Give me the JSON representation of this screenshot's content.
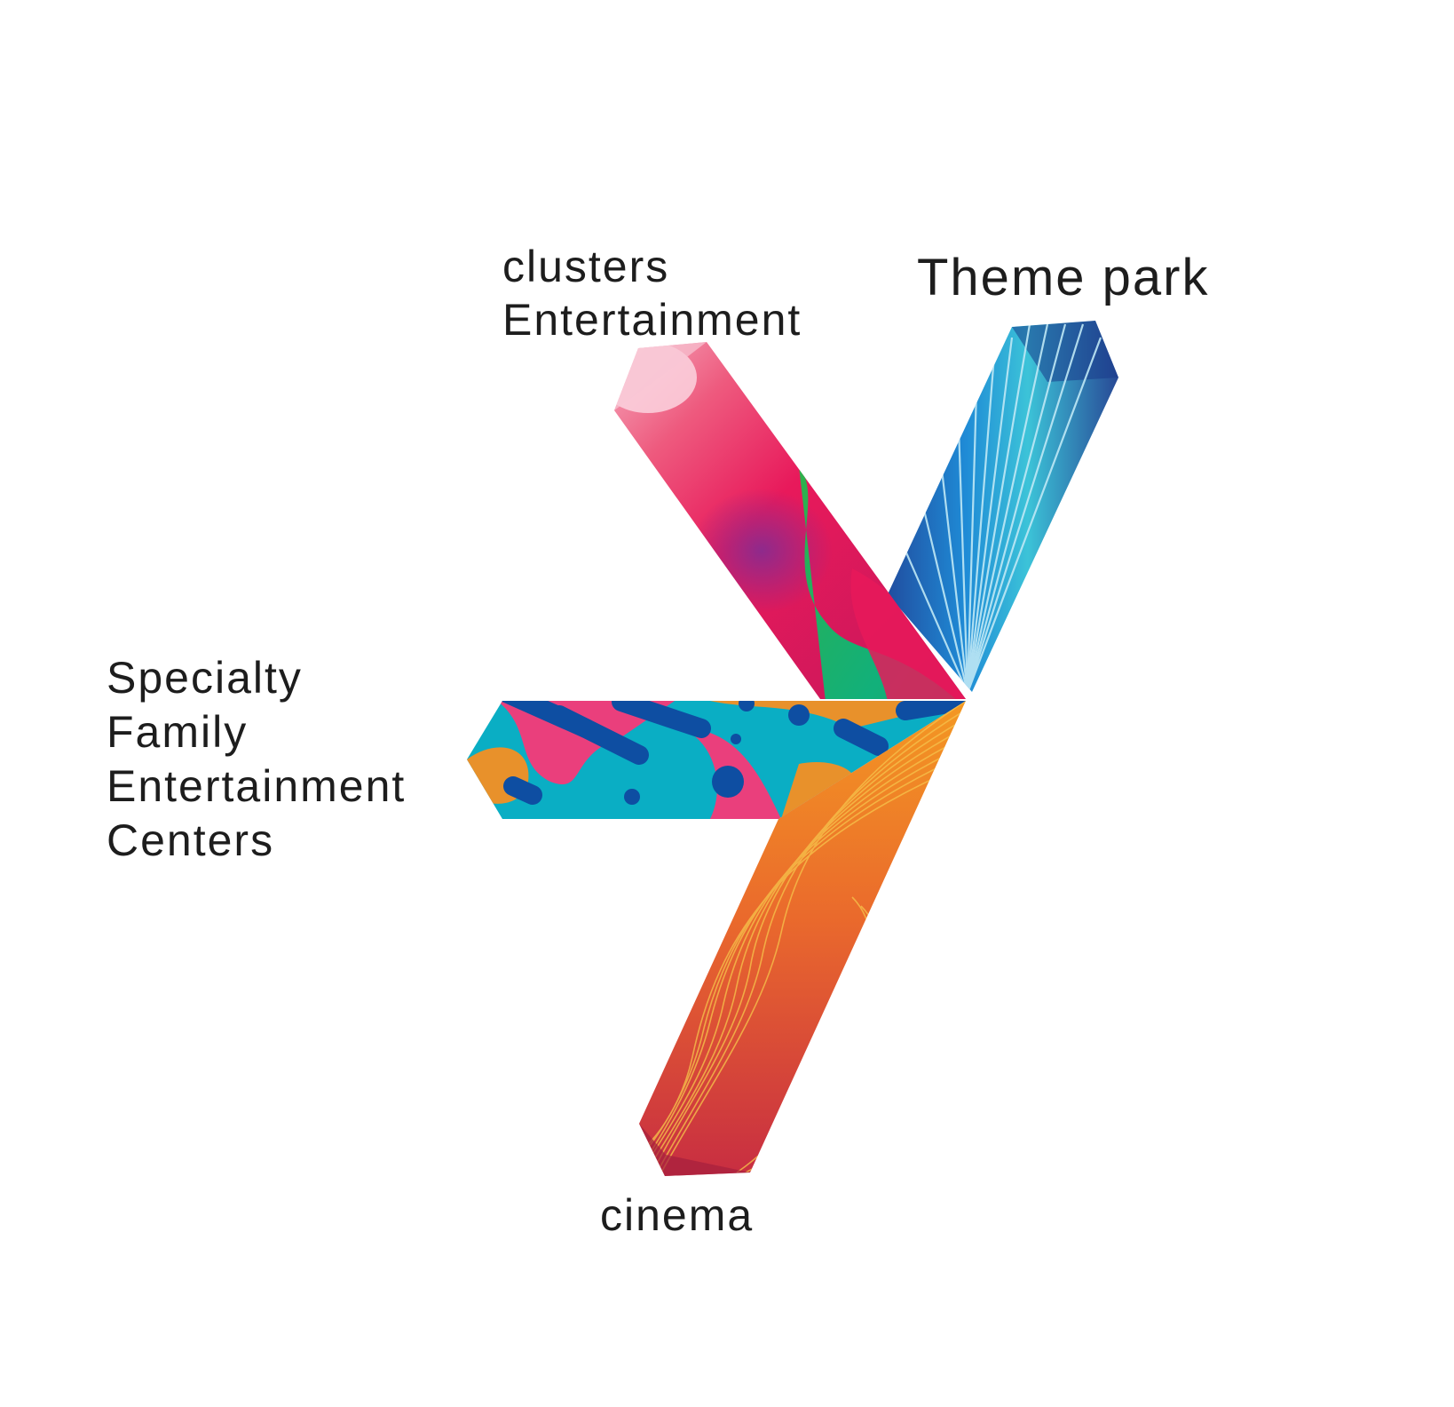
{
  "diagram": {
    "labels": {
      "clusters": [
        "clusters",
        "Entertainment"
      ],
      "theme_park": "Theme park",
      "fec": [
        "Specialty",
        "Family",
        "Entertainment",
        "Centers"
      ],
      "cinema": "cinema"
    },
    "colors": {
      "background": "#ffffff",
      "text": "#1d1d1d",
      "pink": "#e8195b",
      "magenta": "#c2185b",
      "purple": "#8e2a8c",
      "green": "#20b457",
      "light_pink": "#f6b3c4",
      "blue_dark": "#263d8f",
      "blue_mid": "#1f8bd6",
      "cyan": "#3cc3d8",
      "teal": "#0aaec4",
      "navy": "#0e4ea2",
      "orange": "#e8912b",
      "hot_pink": "#ea3f7c",
      "cinema_orange": "#f08a24",
      "cinema_red": "#c62a43"
    },
    "arms": [
      "entertainment-clusters-arm",
      "theme-park-arm",
      "fec-arm",
      "cinema-arm"
    ]
  }
}
